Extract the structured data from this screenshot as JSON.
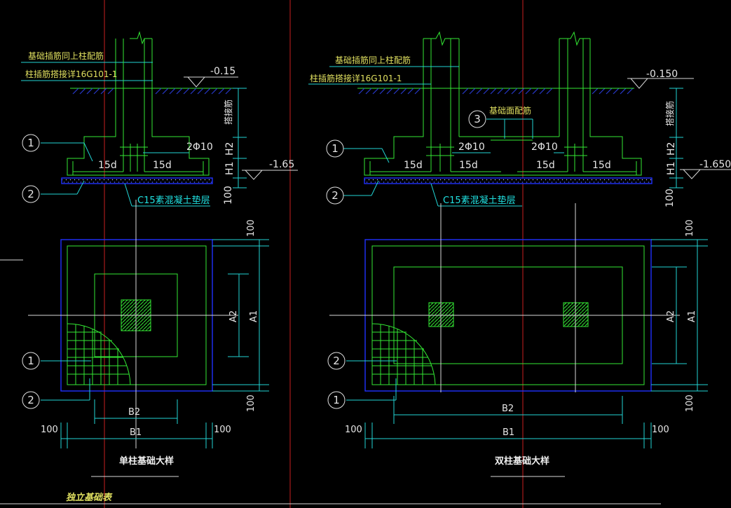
{
  "left": {
    "note_line1": "基础插筋同上柱配筋",
    "note_line2": "柱插筋搭接详16G101-1",
    "elev_top": "-0.15",
    "elev_bottom": "-1.65",
    "dim_15d_a": "15d",
    "dim_15d_b": "15d",
    "rebar_2phi10": "2Φ10",
    "pad_label": "C15素混凝土垫层",
    "dim_h1": "H1",
    "dim_h2": "H2",
    "dim_lap": "搭接筋",
    "dim_100_side": "100",
    "plan_dim_top": "100",
    "plan_dim_bottom": "100",
    "plan_a1": "A1",
    "plan_a2": "A2",
    "plan_b1": "B1",
    "plan_b2": "B2",
    "plan_100_left": "100",
    "plan_100_right": "100",
    "bubble_1a": "1",
    "bubble_2a": "2",
    "bubble_1b": "1",
    "bubble_2b": "2",
    "title": "单柱基础大样"
  },
  "right": {
    "note_line1": "基础插筋同上柱配筋",
    "note_line2": "柱插筋搭接详16G101-1",
    "elev_top": "-0.150",
    "elev_bottom": "-1.650",
    "bubble_3": "3",
    "label_3": "基础面配筋",
    "rebar_a": "2Φ10",
    "rebar_b": "2Φ10",
    "dim_15d_1": "15d",
    "dim_15d_2": "15d",
    "dim_15d_3": "15d",
    "dim_15d_4": "15d",
    "pad_label": "C15素混凝土垫层",
    "dim_h1": "H1",
    "dim_h2": "H2",
    "dim_lap": "搭接筋",
    "dim_100_side": "100",
    "plan_dim_top": "100",
    "plan_dim_bottom": "100",
    "plan_a1": "A1",
    "plan_a2": "A2",
    "plan_b1": "B1",
    "plan_b2": "B2",
    "plan_100_left": "100",
    "plan_100_right": "100",
    "bubble_1a": "1",
    "bubble_2a": "2",
    "bubble_2b": "2",
    "bubble_1b": "1",
    "title": "双柱基础大样"
  },
  "table_title": "独立基础表",
  "colors": {
    "background": "#000000",
    "rebar_green": "#33e833",
    "cyan": "#22d4d4",
    "red_axis": "#c82020",
    "blue_outline": "#2030ff"
  }
}
